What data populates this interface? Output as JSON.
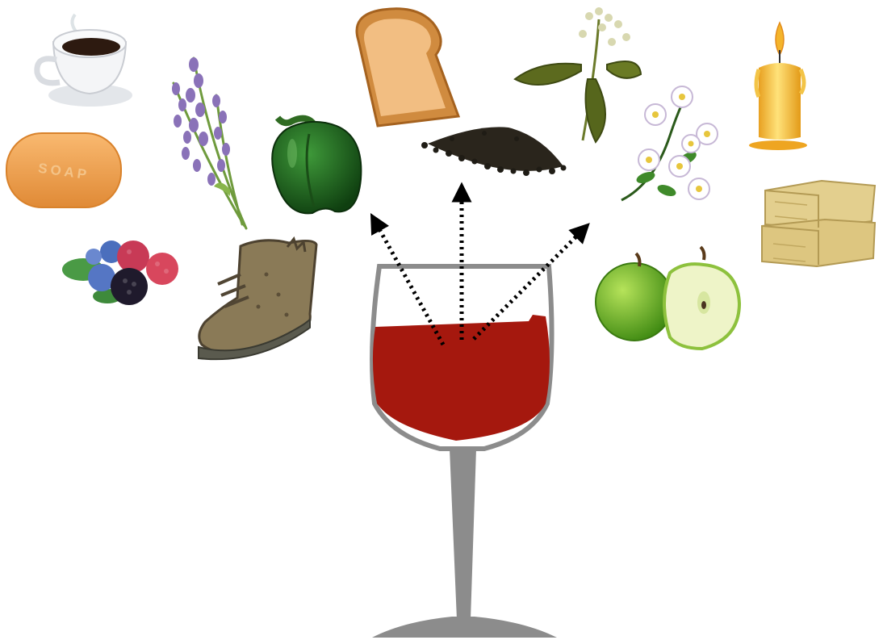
{
  "items": [
    {
      "id": "coffee",
      "icon": "coffee-cup-icon"
    },
    {
      "id": "soap",
      "icon": "soap-bar-icon",
      "label": "SOAP"
    },
    {
      "id": "berries",
      "icon": "mixed-berries-icon"
    },
    {
      "id": "lavender",
      "icon": "lavender-icon"
    },
    {
      "id": "boot",
      "icon": "old-boot-icon"
    },
    {
      "id": "pepper",
      "icon": "green-pepper-icon"
    },
    {
      "id": "toast",
      "icon": "toast-icon"
    },
    {
      "id": "peppercorns",
      "icon": "black-pepper-icon"
    },
    {
      "id": "herb",
      "icon": "herb-sprig-icon"
    },
    {
      "id": "flowers",
      "icon": "white-flowers-icon"
    },
    {
      "id": "candle",
      "icon": "candle-icon"
    },
    {
      "id": "hay",
      "icon": "hay-bales-icon"
    },
    {
      "id": "apple",
      "icon": "green-apple-icon"
    }
  ],
  "glass": {
    "icon": "wine-glass-icon",
    "wine_color": "#a5180e",
    "glass_color": "#8c8c8c"
  },
  "arrows": {
    "count": 3,
    "style": "dotted",
    "color": "#000000"
  }
}
